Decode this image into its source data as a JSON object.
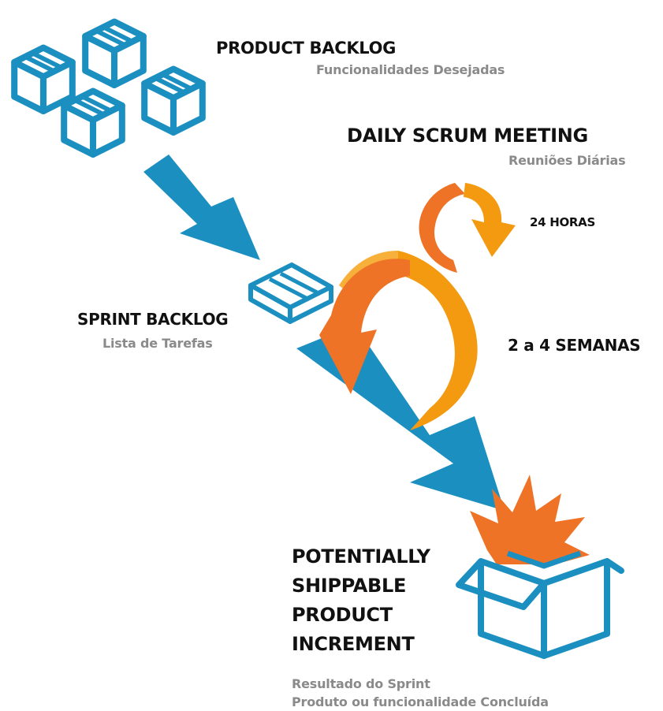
{
  "product_backlog": {
    "title": "PRODUCT BACKLOG",
    "subtitle": "Funcionalidades Desejadas"
  },
  "daily_scrum": {
    "title": "DAILY SCRUM MEETING",
    "subtitle": "Reuniões Diárias",
    "duration": "24 HORAS"
  },
  "sprint_backlog": {
    "title": "SPRINT BACKLOG",
    "subtitle": "Lista de Tarefas"
  },
  "sprint_cycle": {
    "duration": "2 a 4 SEMANAS"
  },
  "increment": {
    "title_lines": [
      "POTENTIALLY",
      "SHIPPABLE",
      "PRODUCT",
      "INCREMENT"
    ],
    "subtitle_lines": [
      "Resultado do Sprint",
      "Produto ou funcionalidade Concluída"
    ]
  },
  "colors": {
    "box_blue": "#1b8fc0",
    "arrow_blue": "#1b8fc0",
    "cycle_orange": "#f39a10",
    "cycle_red_orange": "#ee7326",
    "heading": "#111111",
    "subtitle": "#8a8a8a"
  },
  "icons": [
    "box-icon",
    "flow-arrow",
    "cycle-arrow",
    "burst-icon",
    "open-box-icon"
  ]
}
